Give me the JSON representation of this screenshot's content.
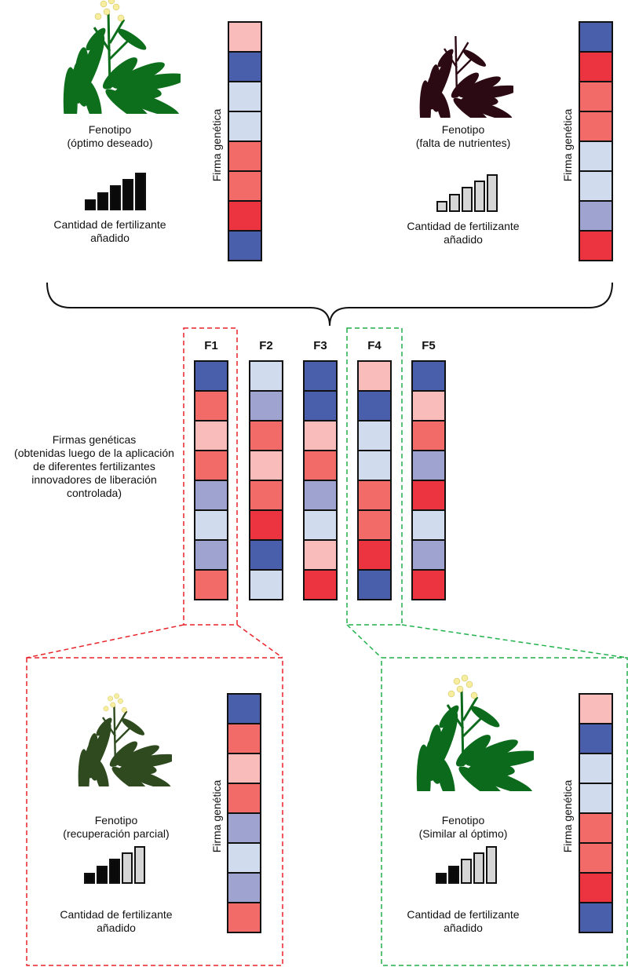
{
  "palette": {
    "B": "#4a5fab",
    "L": "#d0dcee",
    "V": "#9fa3d0",
    "P": "#f9bcbb",
    "S": "#f26b68",
    "R": "#ec3440"
  },
  "bar_colors": {
    "on": "#0a0a0a",
    "off": "#d6d6d6"
  },
  "panels": {
    "optimal": {
      "phenotype_title": "Fenotipo",
      "phenotype_sub": "(óptimo deseado)",
      "fert_label_1": "Cantidad de fertilizante",
      "fert_label_2": "añadido",
      "fert_level": 5,
      "signature_label": "Firma genética",
      "signature": [
        "P",
        "B",
        "L",
        "L",
        "S",
        "S",
        "R",
        "B"
      ],
      "plant_color": "#0d6e1c",
      "flowers": true
    },
    "deficient": {
      "phenotype_title": "Fenotipo",
      "phenotype_sub": "(falta de nutrientes)",
      "fert_label_1": "Cantidad de fertilizante",
      "fert_label_2": "añadido",
      "fert_level": 0,
      "signature_label": "Firma genética",
      "signature": [
        "B",
        "R",
        "S",
        "S",
        "L",
        "L",
        "V",
        "R"
      ],
      "plant_color": "#2c0a14",
      "flowers": false
    },
    "partial": {
      "phenotype_title": "Fenotipo",
      "phenotype_sub": "(recuperación parcial)",
      "fert_label_1": "Cantidad de fertilizante",
      "fert_label_2": "añadido",
      "fert_level": 3,
      "signature_label": "Firma genética",
      "signature": [
        "B",
        "S",
        "P",
        "S",
        "V",
        "L",
        "V",
        "S"
      ],
      "plant_color": "#2e4a1e",
      "flowers": true
    },
    "similar": {
      "phenotype_title": "Fenotipo",
      "phenotype_sub": "(Similar al óptimo)",
      "fert_label_1": "Cantidad de fertilizante",
      "fert_label_2": "añadido",
      "fert_level": 2,
      "signature_label": "Firma genética",
      "signature": [
        "P",
        "B",
        "L",
        "L",
        "S",
        "S",
        "R",
        "B"
      ],
      "plant_color": "#0b6a1b",
      "flowers": true
    }
  },
  "fertilizers": [
    {
      "label": "F1",
      "signature": [
        "B",
        "S",
        "P",
        "S",
        "V",
        "L",
        "V",
        "S"
      ]
    },
    {
      "label": "F2",
      "signature": [
        "L",
        "V",
        "S",
        "P",
        "S",
        "R",
        "B",
        "L"
      ]
    },
    {
      "label": "F3",
      "signature": [
        "B",
        "B",
        "P",
        "S",
        "V",
        "L",
        "P",
        "R"
      ]
    },
    {
      "label": "F4",
      "signature": [
        "P",
        "B",
        "L",
        "L",
        "S",
        "S",
        "R",
        "B"
      ]
    },
    {
      "label": "F5",
      "signature": [
        "B",
        "P",
        "S",
        "V",
        "R",
        "L",
        "V",
        "R"
      ]
    }
  ],
  "middle_caption": [
    "Firmas genéticas",
    "(obtenidas luego de la aplicación",
    "de diferentes fertilizantes",
    "innovadores de liberación",
    "controlada)"
  ],
  "highlight_colors": {
    "partial": "#e8232a",
    "similar": "#22b14c"
  }
}
